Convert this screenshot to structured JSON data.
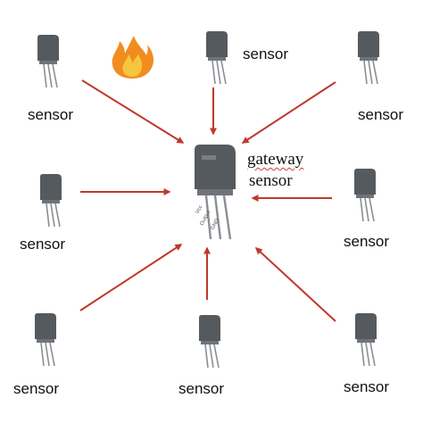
{
  "diagram": {
    "gateway": {
      "line1": "gateway",
      "line2": "sensor",
      "pins": [
        "Vcc",
        "Output",
        "GND"
      ]
    },
    "sensors": [
      {
        "id": "top-left",
        "label": "sensor"
      },
      {
        "id": "top-center",
        "label": "sensor"
      },
      {
        "id": "top-right",
        "label": "sensor"
      },
      {
        "id": "middle-left",
        "label": "sensor"
      },
      {
        "id": "middle-right",
        "label": "sensor"
      },
      {
        "id": "bottom-left",
        "label": "sensor"
      },
      {
        "id": "bottom-center",
        "label": "sensor"
      },
      {
        "id": "bottom-right",
        "label": "sensor"
      }
    ],
    "fire_icon": "fire-icon",
    "colors": {
      "arrow": "#c0392b",
      "component": "#555a5f",
      "fire_outer": "#f28c1e",
      "fire_inner": "#f7c640"
    }
  }
}
